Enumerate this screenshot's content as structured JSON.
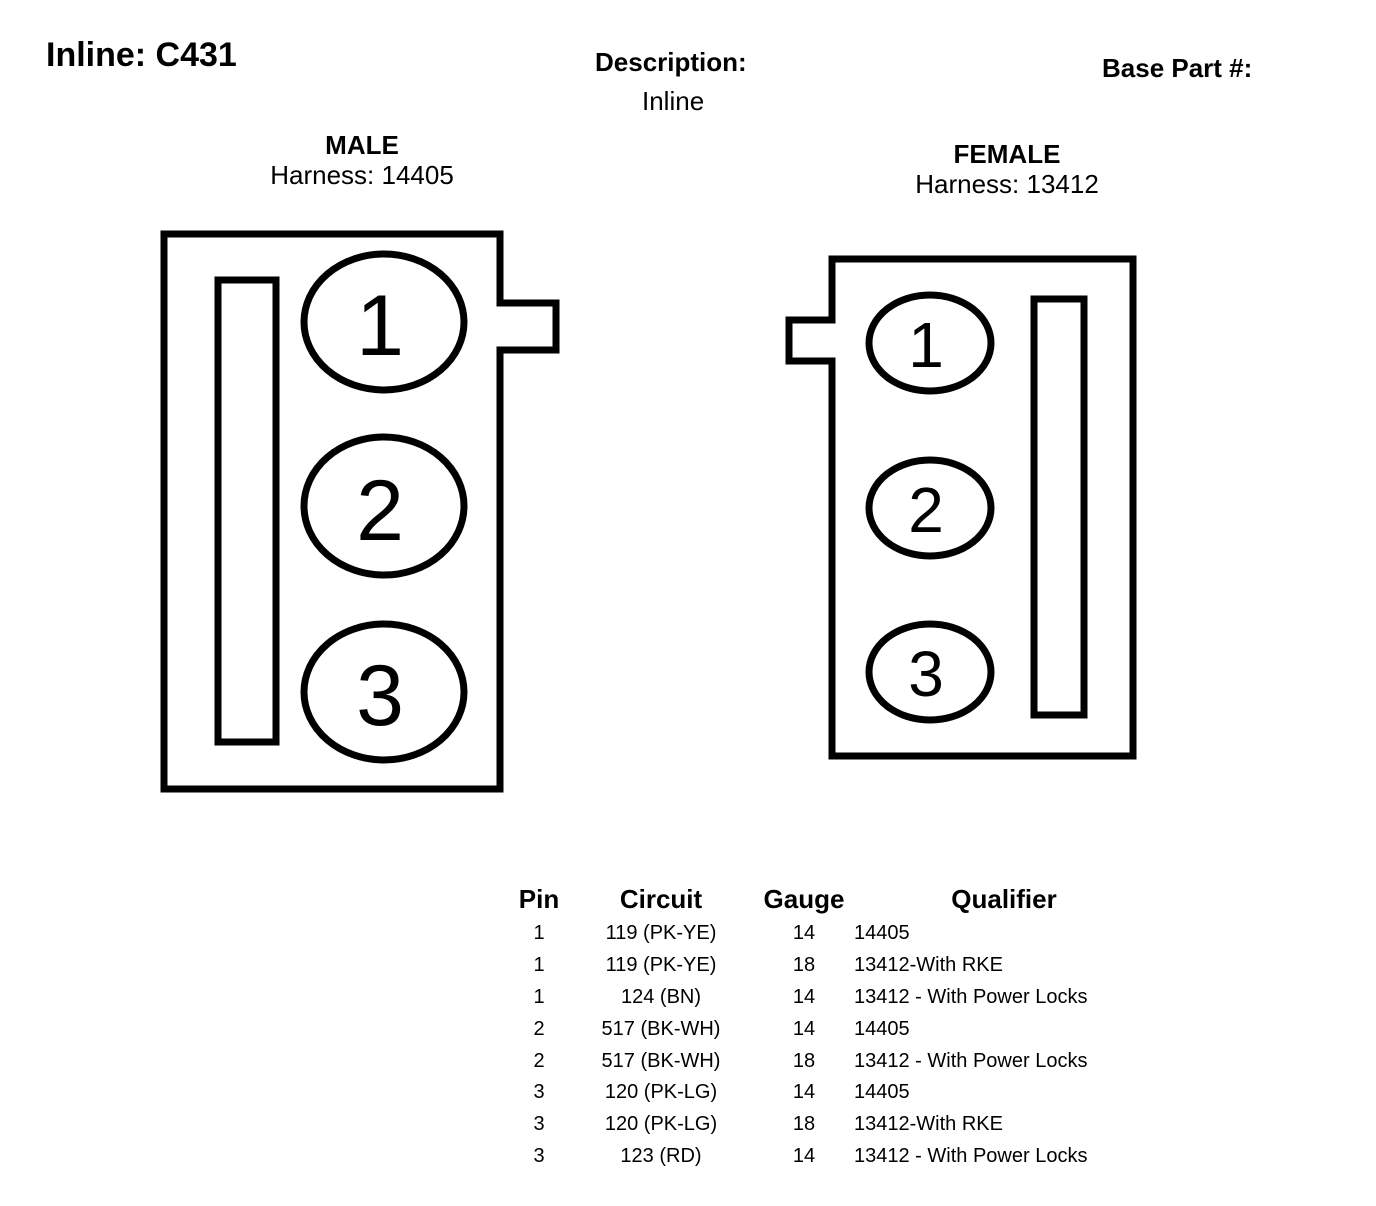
{
  "header": {
    "title": "Inline: C431",
    "description_label": "Description:",
    "description_value": "Inline",
    "base_part_label": "Base Part #:"
  },
  "male": {
    "gender": "MALE",
    "harness": "Harness: 14405",
    "pins": [
      "1",
      "2",
      "3"
    ]
  },
  "female": {
    "gender": "FEMALE",
    "harness": "Harness: 13412",
    "pins": [
      "1",
      "2",
      "3"
    ]
  },
  "pin_table": {
    "headers": {
      "pin": "Pin",
      "circuit": "Circuit",
      "gauge": "Gauge",
      "qualifier": "Qualifier"
    },
    "rows": [
      {
        "pin": "1",
        "circuit": "119 (PK-YE)",
        "gauge": "14",
        "qualifier": "14405"
      },
      {
        "pin": "1",
        "circuit": "119 (PK-YE)",
        "gauge": "18",
        "qualifier": "13412-With RKE"
      },
      {
        "pin": "1",
        "circuit": "124 (BN)",
        "gauge": "14",
        "qualifier": "13412 - With Power Locks"
      },
      {
        "pin": "2",
        "circuit": "517 (BK-WH)",
        "gauge": "14",
        "qualifier": "14405"
      },
      {
        "pin": "2",
        "circuit": "517 (BK-WH)",
        "gauge": "18",
        "qualifier": "13412 - With Power Locks"
      },
      {
        "pin": "3",
        "circuit": "120 (PK-LG)",
        "gauge": "14",
        "qualifier": "14405"
      },
      {
        "pin": "3",
        "circuit": "120 (PK-LG)",
        "gauge": "18",
        "qualifier": "13412-With RKE"
      },
      {
        "pin": "3",
        "circuit": "123 (RD)",
        "gauge": "14",
        "qualifier": "13412 - With Power Locks"
      }
    ]
  }
}
